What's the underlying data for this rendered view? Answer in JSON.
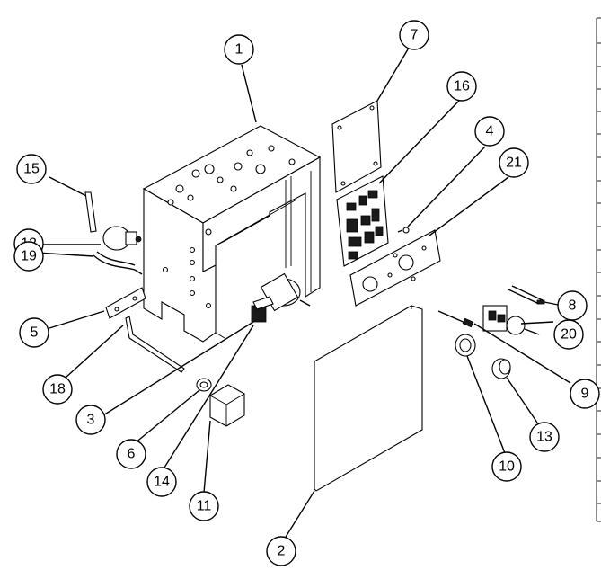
{
  "callouts": [
    {
      "id": "1",
      "label": "1"
    },
    {
      "id": "2",
      "label": "2"
    },
    {
      "id": "3",
      "label": "3"
    },
    {
      "id": "4",
      "label": "4"
    },
    {
      "id": "5",
      "label": "5"
    },
    {
      "id": "6",
      "label": "6"
    },
    {
      "id": "7",
      "label": "7"
    },
    {
      "id": "8",
      "label": "8"
    },
    {
      "id": "9",
      "label": "9"
    },
    {
      "id": "10",
      "label": "10"
    },
    {
      "id": "11",
      "label": "11"
    },
    {
      "id": "12",
      "label": "12"
    },
    {
      "id": "13",
      "label": "13"
    },
    {
      "id": "14",
      "label": "14"
    },
    {
      "id": "15",
      "label": "15"
    },
    {
      "id": "16",
      "label": "16"
    },
    {
      "id": "18",
      "label": "18"
    },
    {
      "id": "19",
      "label": "19"
    },
    {
      "id": "20",
      "label": "20"
    },
    {
      "id": "21",
      "label": "21"
    }
  ]
}
